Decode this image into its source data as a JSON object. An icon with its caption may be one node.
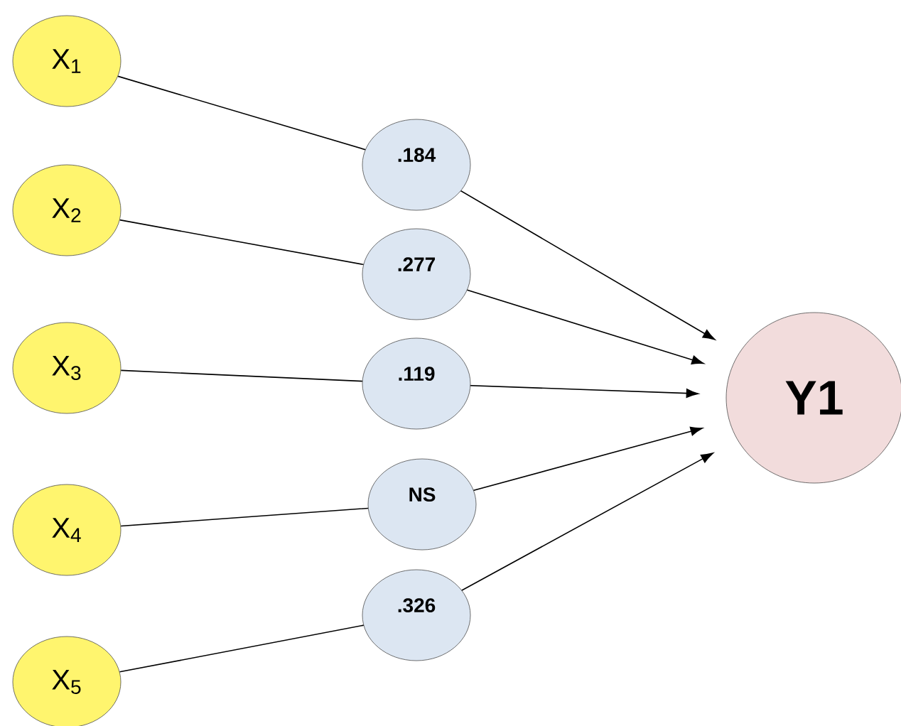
{
  "diagram": {
    "nodes": [
      {
        "text": [
          "X$_{1}$"
        ]
      },
      {
        "text": [
          "X$_{2}$"
        ]
      },
      {
        "text": [
          "X$_{3}$"
        ]
      },
      {
        "text": [
          "X$_{4}$"
        ]
      },
      {
        "text": [
          "X$_{5}$"
        ]
      },
      {
        "text": [
          "Y1"
        ]
      }
    ],
    "edges": [
      {
        "from": 0,
        "to": 5,
        "arrow": "to",
        "label": ".184"
      },
      {
        "from": 1,
        "to": 5,
        "arrow": "to",
        "label": ".277"
      },
      {
        "from": 2,
        "to": 5,
        "arrow": "to",
        "label": ".119"
      },
      {
        "from": 3,
        "to": 5,
        "arrow": "to",
        "label": "NS"
      },
      {
        "from": 4,
        "to": 5,
        "arrow": "to",
        "label": ".326"
      }
    ]
  }
}
